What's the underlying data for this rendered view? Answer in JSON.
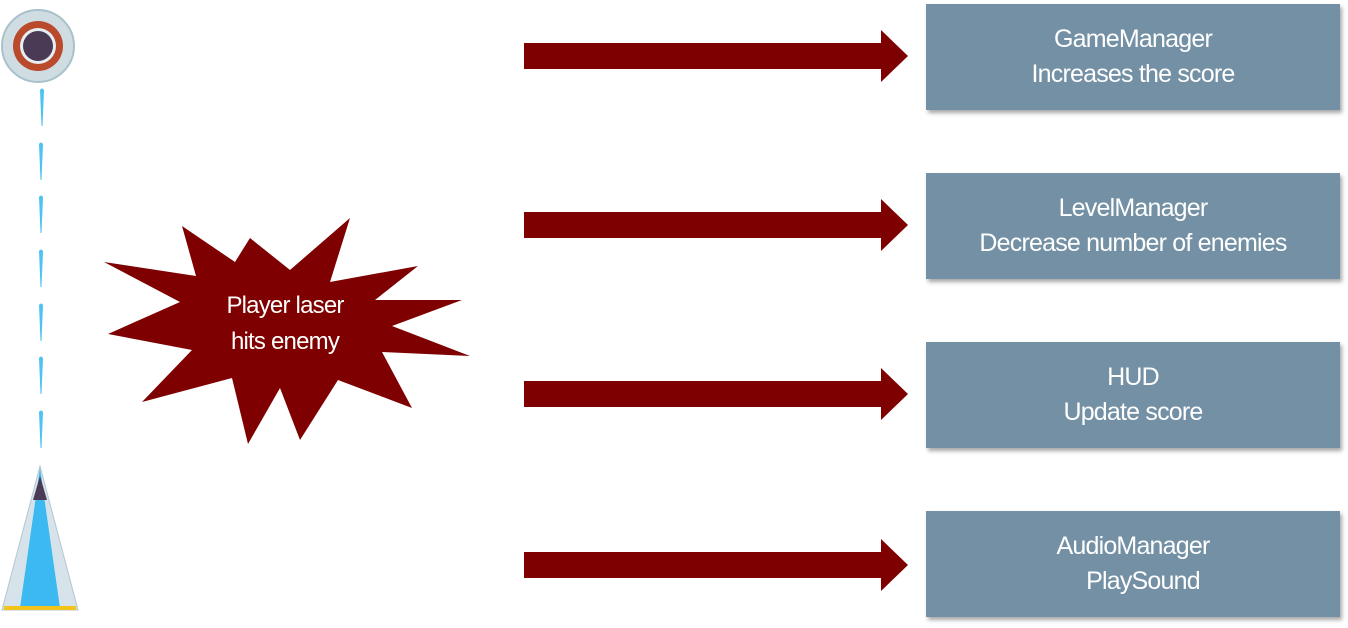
{
  "burst": {
    "line1": "Player laser",
    "line2": "hits enemy"
  },
  "targets": [
    {
      "title": "GameManager",
      "action": "Increases the score"
    },
    {
      "title": "LevelManager",
      "action": "Decrease number of enemies"
    },
    {
      "title": "HUD",
      "action": "Update score"
    },
    {
      "title": "AudioManager",
      "action": "PlaySound"
    }
  ],
  "colors": {
    "arrow": "#7f0000",
    "box": "#7490a5",
    "laser": "#4cc3f0"
  }
}
